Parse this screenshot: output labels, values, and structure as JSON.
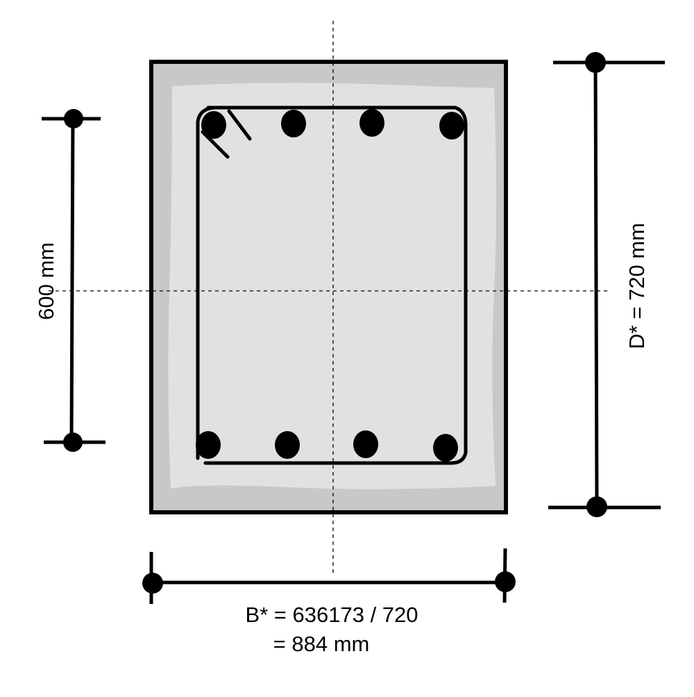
{
  "labels": {
    "height_dim": "600 mm",
    "depth_dim": "D* = 720 mm",
    "breadth_line1": "B* = 636173 / 720",
    "breadth_line2": "= 884 mm"
  },
  "colors": {
    "cover": "#c8c8c8",
    "core": "#e1e1e1",
    "stroke": "#000000"
  },
  "top_bar_count": 4,
  "bottom_bar_count": 4
}
